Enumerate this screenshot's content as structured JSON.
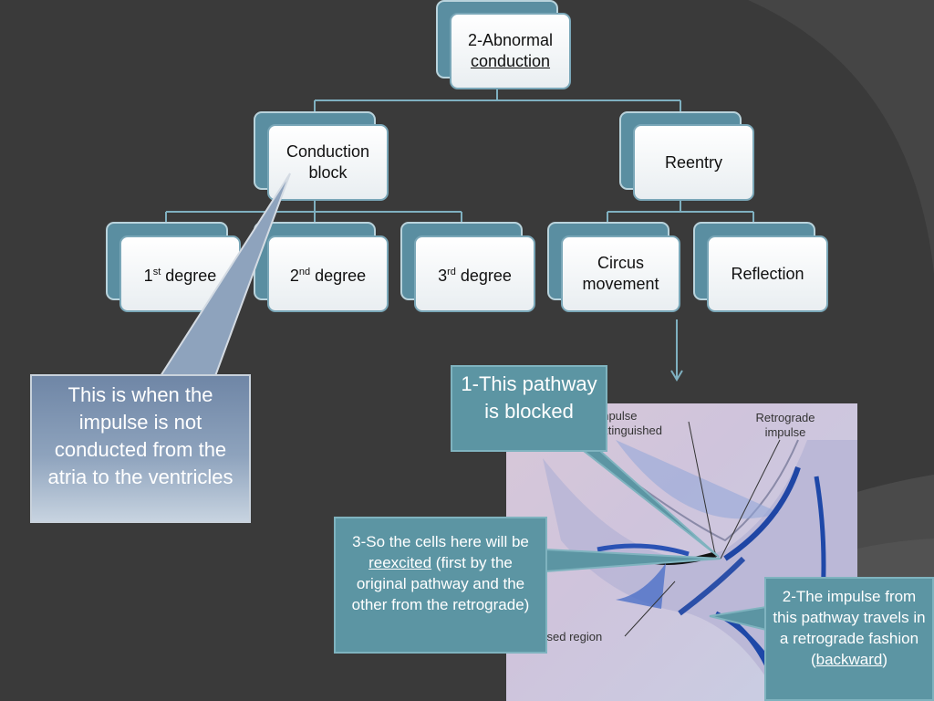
{
  "root": {
    "line1": "2-Abnormal",
    "line2": "conduction"
  },
  "level1": {
    "block": {
      "line1": "Conduction",
      "line2": "block"
    },
    "reentry": "Reentry"
  },
  "level2": {
    "first": {
      "num": "1",
      "sup": "st",
      "word": " degree"
    },
    "second": {
      "num": "2",
      "sup": "nd",
      "word": " degree"
    },
    "third": {
      "num": "3",
      "sup": "rd",
      "word": " degree"
    },
    "circus": {
      "line1": "Circus",
      "line2": "movement"
    },
    "reflection": "Reflection"
  },
  "callouts": {
    "block_desc": "This is when the impulse is not conducted from the atria to the ventricles",
    "blocked": "1-This pathway is blocked",
    "reexcited": {
      "pre": "3-So the cells here will be ",
      "link": "reexcited",
      "post": " (first by the original pathway and the other from the retrograde)"
    },
    "retrograde": {
      "pre": "2-The impulse from this pathway travels in a retrograde fashion (",
      "link": "backward",
      "post": ")"
    }
  },
  "figure": {
    "impulse_label": "Impulse extinguished",
    "retrograde_label": "Retrograde impulse",
    "region_label": "ssed region"
  },
  "colors": {
    "background": "#3a3a3a",
    "node_fill": "#ffffff",
    "node_accent": "#5a8ea1",
    "callout_teal": "#5c95a3"
  }
}
